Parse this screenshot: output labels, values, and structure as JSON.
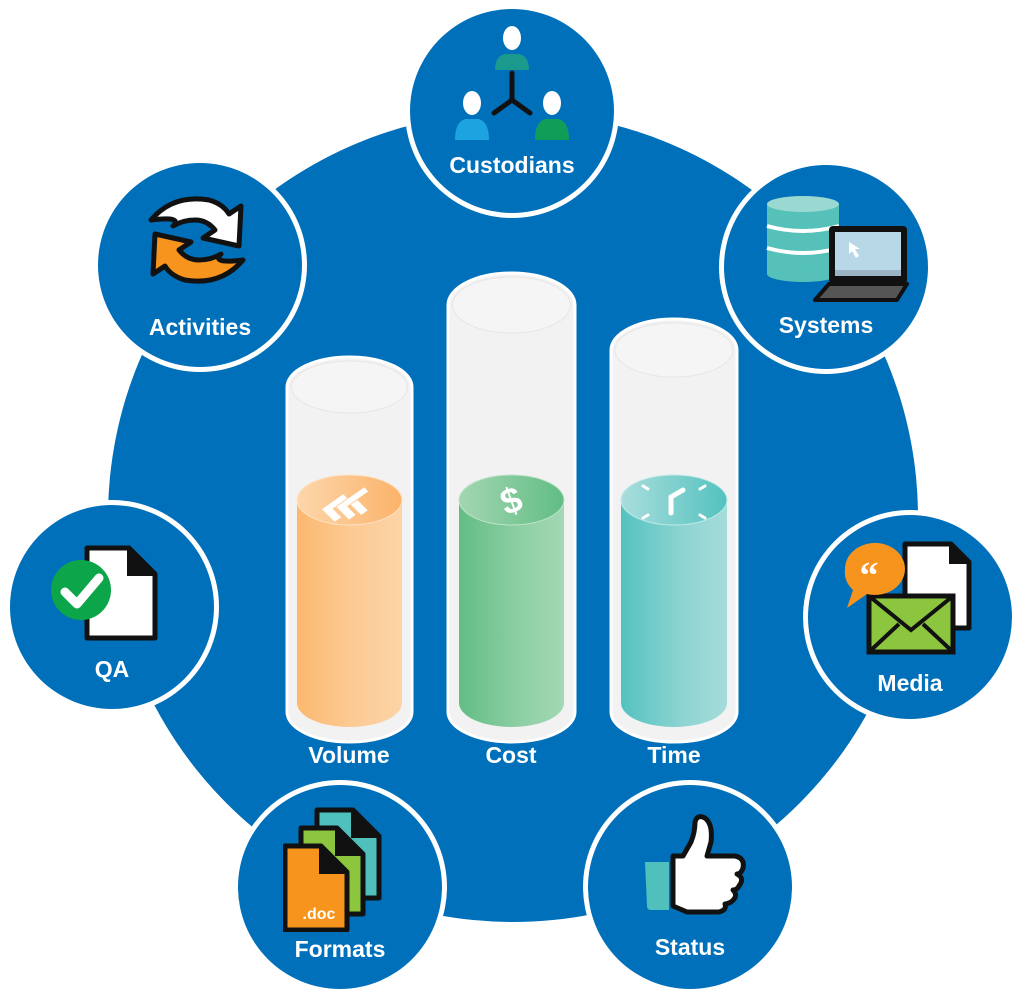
{
  "colors": {
    "hub_blue": "#0070bb",
    "ring_white": "#ffffff",
    "volume_orange": "#fbbd7a",
    "cost_green": "#6fc18e",
    "time_teal": "#5ec5c3",
    "accent_orange": "#f7941d",
    "accent_green": "#8cc63f",
    "accent_teal": "#4fc0bb",
    "check_green": "#0ca54a"
  },
  "nodes": [
    {
      "id": "custodians",
      "label": "Custodians",
      "icon": "people-network-icon"
    },
    {
      "id": "systems",
      "label": "Systems",
      "icon": "database-laptop-icon"
    },
    {
      "id": "media",
      "label": "Media",
      "icon": "chat-document-email-icon"
    },
    {
      "id": "status",
      "label": "Status",
      "icon": "thumbs-up-icon"
    },
    {
      "id": "formats",
      "label": "Formats",
      "icon": "stacked-documents-icon",
      "badge": ".doc"
    },
    {
      "id": "qa",
      "label": "QA",
      "icon": "document-check-icon"
    },
    {
      "id": "activities",
      "label": "Activities",
      "icon": "cycle-arrows-icon"
    }
  ],
  "tubes": [
    {
      "id": "volume",
      "label": "Volume",
      "icon": "stacked-bars-icon"
    },
    {
      "id": "cost",
      "label": "Cost",
      "icon": "dollar-icon"
    },
    {
      "id": "time",
      "label": "Time",
      "icon": "clock-icon"
    }
  ]
}
